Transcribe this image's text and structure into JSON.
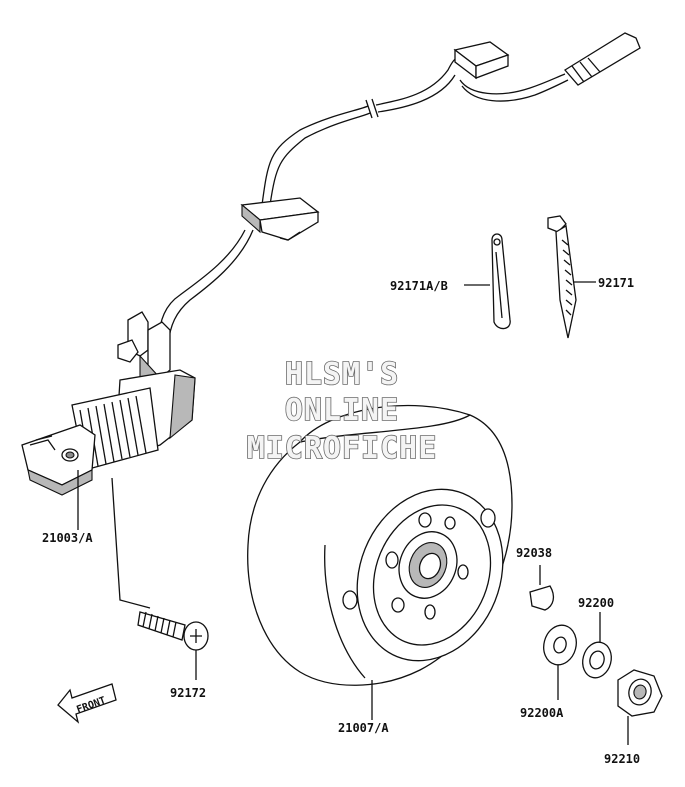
{
  "watermark": {
    "line1": "HLSM'S",
    "line2": "ONLINE",
    "line3": "MICROFICHE"
  },
  "direction": {
    "front": "FRONT"
  },
  "parts": {
    "p92171ab": "92171A/B",
    "p92171": "92171",
    "p21003": "21003/A",
    "p92172": "92172",
    "p21007": "21007/A",
    "p92038": "92038",
    "p92200": "92200",
    "p92200a": "92200A",
    "p92210": "92210"
  }
}
